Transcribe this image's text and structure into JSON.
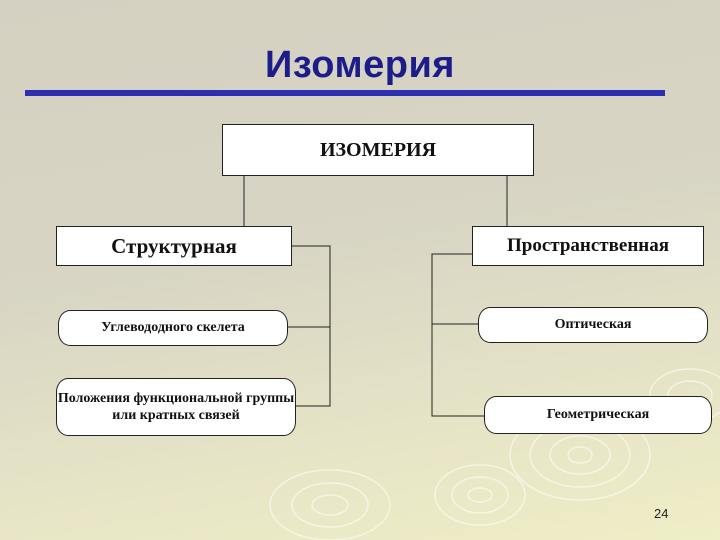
{
  "slide": {
    "title": "Изомерия",
    "page_number": "24"
  },
  "diagram": {
    "root": "ИЗОМЕРИЯ",
    "structural": {
      "label": "Структурная",
      "children": [
        "Углевододного скелета",
        "Положения функциональной группы или кратных связей"
      ]
    },
    "spatial": {
      "label": "Пространственная",
      "children": [
        "Оптическая",
        "Геометрическая"
      ]
    }
  }
}
